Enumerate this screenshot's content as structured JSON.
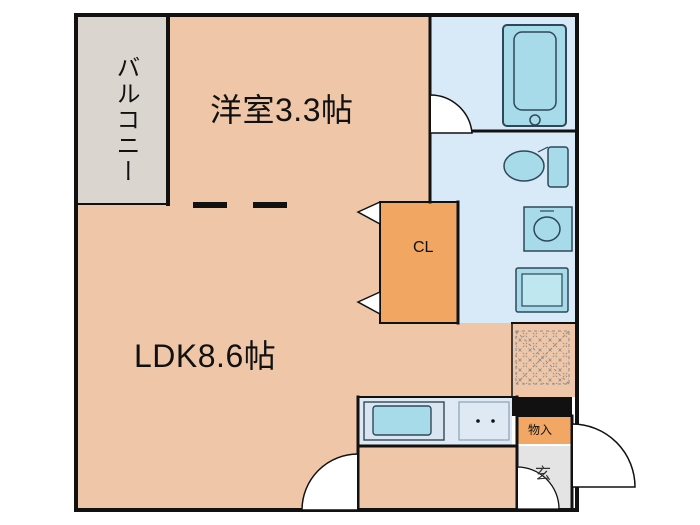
{
  "rooms": {
    "western_room": "洋室3.3帖",
    "ldk": "LDK8.6帖",
    "balcony": "バルコニー",
    "closet": "CL",
    "storage": "物入",
    "entrance": "玄"
  },
  "colors": {
    "wall": "#111111",
    "living_floor": "#efc7a8",
    "wet_area": "#d8eaf8",
    "fixture_blue": "#a7dbe9",
    "fixture_outline": "#2f4858",
    "balcony": "#dad5cf",
    "closet": "#f1a761",
    "storage": "#f3a765",
    "entrance": "#e4e4e4",
    "wash_area": "#dfe9f3"
  },
  "icons": {
    "bathtub": "bathtub-icon",
    "toilet": "toilet-icon",
    "wash_basin": "wash-basin-icon",
    "washer_space": "washer-space-icon",
    "kitchen_sink": "kitchen-sink-icon",
    "stove": "stove-icon",
    "door_swing": "door-swing-icon",
    "refrigerator_space": "refrigerator-space-icon"
  }
}
